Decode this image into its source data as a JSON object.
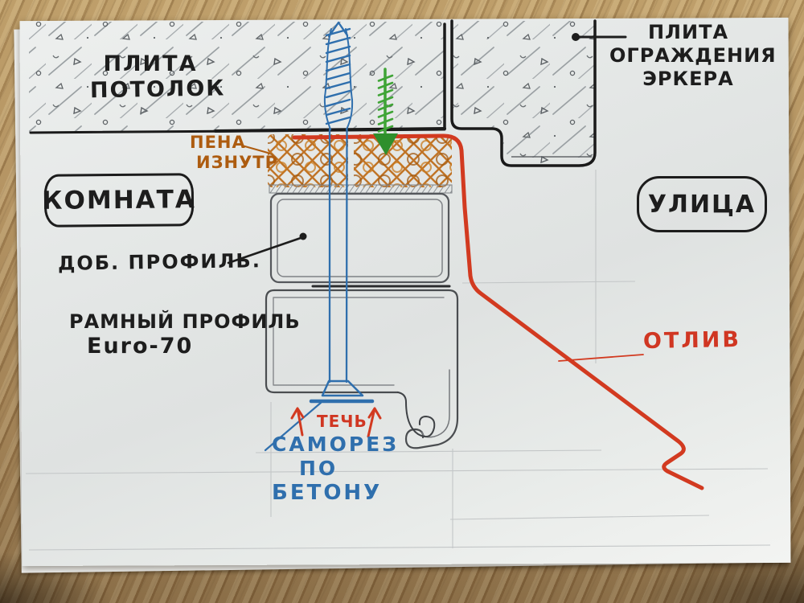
{
  "title": "hand-drawn window installation detail sketch",
  "labels": {
    "ceiling1": "ПЛИТА",
    "ceiling2": "ПОТОЛОК",
    "bay1": "ПЛИТА",
    "bay2": "ОГРАЖДЕНИЯ",
    "bay3": "ЭРКЕРА",
    "foam1": "ПЕНА",
    "foam2": "ИЗНУТР",
    "room": "КОМНАТА",
    "street": "УЛИЦА",
    "add_profile": "ДОБ. ПРОФИЛЬ.",
    "frame1": "РАМНЫЙ ПРОФИЛЬ",
    "frame2": "Euro-70",
    "drip": "ОТЛИВ",
    "leak": "ТЕЧЬ",
    "screw1": "САМОРЕЗ",
    "screw2": "ПО",
    "screw3": "БЕТОНУ"
  },
  "colors": {
    "marker_black": "#1d1d1d",
    "pencil_gray": "#8e9296",
    "foam_orange": "#bc6712",
    "ink_red": "#d03622",
    "ink_blue": "#2f6fad",
    "ink_green": "#3fa436"
  }
}
